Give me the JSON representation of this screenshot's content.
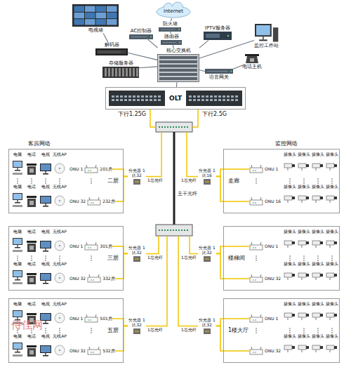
{
  "diagram": {
    "nodes": [
      {
        "text": [
          "电视墙"
        ]
      },
      {
        "text": [
          "Internet"
        ]
      },
      {
        "text": [
          "防火墙"
        ]
      },
      {
        "text": [
          "AC控制器"
        ]
      },
      {
        "text": [
          "路由器"
        ]
      },
      {
        "text": [
          "IPTV服务器"
        ]
      },
      {
        "text": [
          "监控工作站"
        ]
      },
      {
        "text": [
          "解码器"
        ]
      },
      {
        "text": [
          "核心交换机"
        ]
      },
      {
        "text": [
          "电话主机"
        ]
      },
      {
        "text": [
          "存储服务器"
        ]
      },
      {
        "text": [
          "语音网关"
        ]
      },
      {
        "text": [
          "OLT"
        ]
      },
      {
        "text": [
          "二层"
        ]
      },
      {
        "text": [
          "ONU 1",
          "201房"
        ],
        "in": 13
      },
      {
        "text": [
          "ONU 32",
          "232房"
        ],
        "in": 13
      },
      {
        "text": [
          "分光器 1比32"
        ]
      },
      {
        "text": [
          "走廊"
        ]
      },
      {
        "text": [
          "ONU 1"
        ],
        "in": 17
      },
      {
        "text": [
          "ONU 16"
        ],
        "in": 17
      },
      {
        "text": [
          "分光器 1比16"
        ]
      },
      {
        "text": [
          "三层"
        ]
      },
      {
        "text": [
          "ONU 1",
          "301房"
        ],
        "in": 21
      },
      {
        "text": [
          "ONU 32",
          "332房"
        ],
        "in": 21
      },
      {
        "text": [
          "分光器 1比32"
        ]
      },
      {
        "text": [
          "楼梯间"
        ]
      },
      {
        "text": [
          "ONU 1"
        ],
        "in": 25
      },
      {
        "text": [
          "ONU 32"
        ],
        "in": 25
      },
      {
        "text": [
          "分光器 1比32"
        ]
      },
      {
        "text": [
          "五层"
        ]
      },
      {
        "text": [
          "ONU 1",
          "501房"
        ],
        "in": 29
      },
      {
        "text": [
          "ONU 32",
          "532房"
        ],
        "in": 29
      },
      {
        "text": [
          "分光器 1比32"
        ]
      },
      {
        "text": [
          "1楼大厅"
        ]
      },
      {
        "text": [
          "ONU 1"
        ],
        "in": 33
      },
      {
        "text": [
          "ONU 32"
        ],
        "in": 33
      },
      {
        "text": [
          "分光器 1比32"
        ]
      }
    ],
    "edges": [
      {
        "from": 1,
        "to": 2,
        "arrow": "none"
      },
      {
        "from": 2,
        "to": 4,
        "arrow": "none"
      },
      {
        "from": 4,
        "to": 8,
        "arrow": "none"
      },
      {
        "from": 3,
        "to": 8,
        "arrow": "none"
      },
      {
        "from": 5,
        "to": 8,
        "arrow": "none"
      },
      {
        "from": 6,
        "to": 8,
        "arrow": "none"
      },
      {
        "from": 0,
        "to": 7,
        "arrow": "none"
      },
      {
        "from": 7,
        "to": 8,
        "arrow": "none"
      },
      {
        "from": 10,
        "to": 8,
        "arrow": "none"
      },
      {
        "from": 11,
        "to": 8,
        "arrow": "none"
      },
      {
        "from": 9,
        "to": 11,
        "arrow": "none"
      },
      {
        "from": 8,
        "to": 12,
        "arrow": "none"
      },
      {
        "from": 16,
        "to": 14,
        "arrow": "none"
      },
      {
        "from": 16,
        "to": 15,
        "arrow": "none"
      },
      {
        "from": 20,
        "to": 18,
        "arrow": "none"
      },
      {
        "from": 20,
        "to": 19,
        "arrow": "none"
      },
      {
        "from": 24,
        "to": 22,
        "arrow": "none"
      },
      {
        "from": 24,
        "to": 23,
        "arrow": "none"
      },
      {
        "from": 28,
        "to": 26,
        "arrow": "none"
      },
      {
        "from": 28,
        "to": 27,
        "arrow": "none"
      },
      {
        "from": 32,
        "to": 30,
        "arrow": "none"
      },
      {
        "from": 32,
        "to": 31,
        "arrow": "none"
      },
      {
        "from": 36,
        "to": 34,
        "arrow": "none"
      },
      {
        "from": 36,
        "to": 35,
        "arrow": "none"
      }
    ],
    "labels": [
      "下行1.25G",
      "下行2.5G",
      "主干光纤",
      "客房网络",
      "监控网络",
      "1芯光纤",
      "电脑",
      "电话",
      "电视",
      "无线AP",
      "电脑",
      "电话",
      "电视",
      "无线AP",
      "1芯光纤",
      "摄像头",
      "摄像头",
      "摄像头",
      "摄像头",
      "摄像头",
      "摄像头",
      "摄像头",
      "摄像头",
      "1芯光纤",
      "电脑",
      "电话",
      "电视",
      "无线AP",
      "电脑",
      "电话",
      "电视",
      "无线AP",
      "1芯光纤",
      "摄像头",
      "摄像头",
      "摄像头",
      "摄像头",
      "摄像头",
      "摄像头",
      "摄像头",
      "摄像头",
      "1芯光纤",
      "电脑",
      "电话",
      "电视",
      "无线AP",
      "电脑",
      "电话",
      "电视",
      "无线AP",
      "1芯光纤",
      "摄像头",
      "摄像头",
      "摄像头",
      "摄像头",
      "摄像头",
      "摄像头",
      "摄像头",
      "摄像头",
      "侍佳网"
    ]
  }
}
